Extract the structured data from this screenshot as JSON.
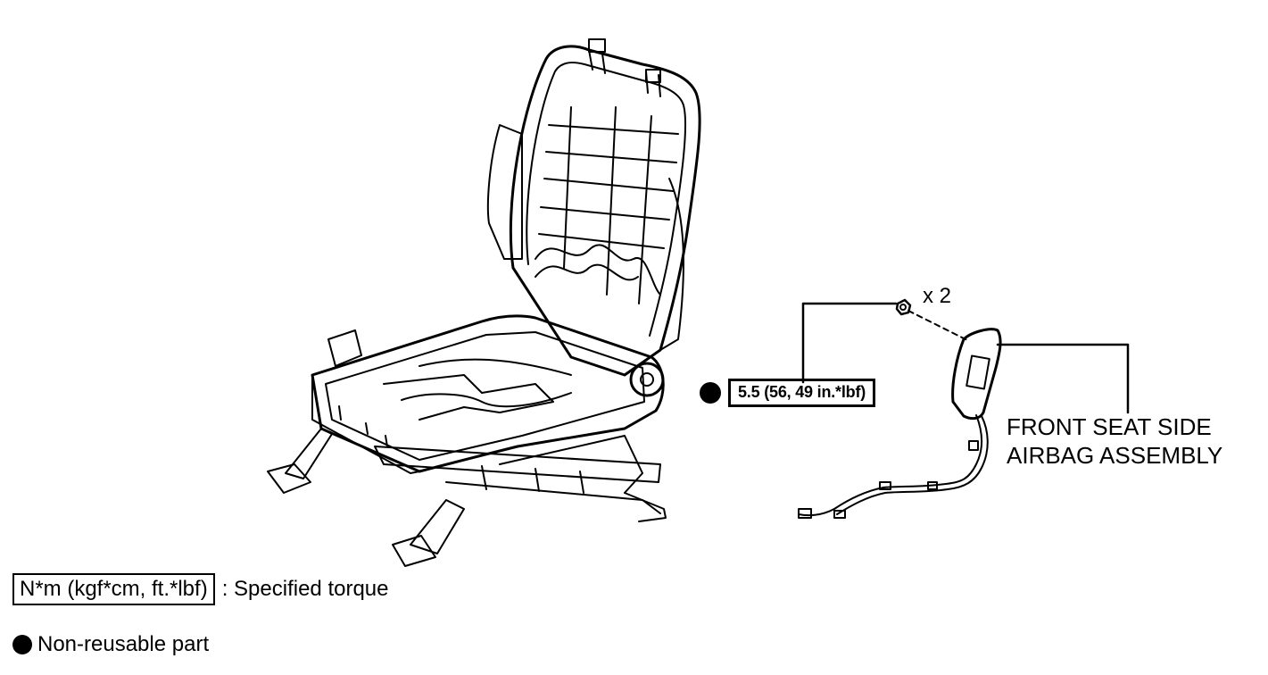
{
  "diagram": {
    "quantity_label": "x 2",
    "part_name_lines": [
      "FRONT SEAT SIDE",
      "AIRBAG ASSEMBLY"
    ],
    "torque_spec": "5.5 (56, 49 in.*lbf)",
    "legend": {
      "torque_unit": "N*m (kgf*cm, ft.*lbf)",
      "torque_separator": ": Specified torque",
      "non_reusable": "Non-reusable part"
    },
    "icons": [
      "seat-frame-illustration",
      "airbag-illustration",
      "nut-icon",
      "non-reusable-dot-icon"
    ],
    "colors": {
      "ink": "#000000",
      "paper": "#ffffff"
    }
  }
}
